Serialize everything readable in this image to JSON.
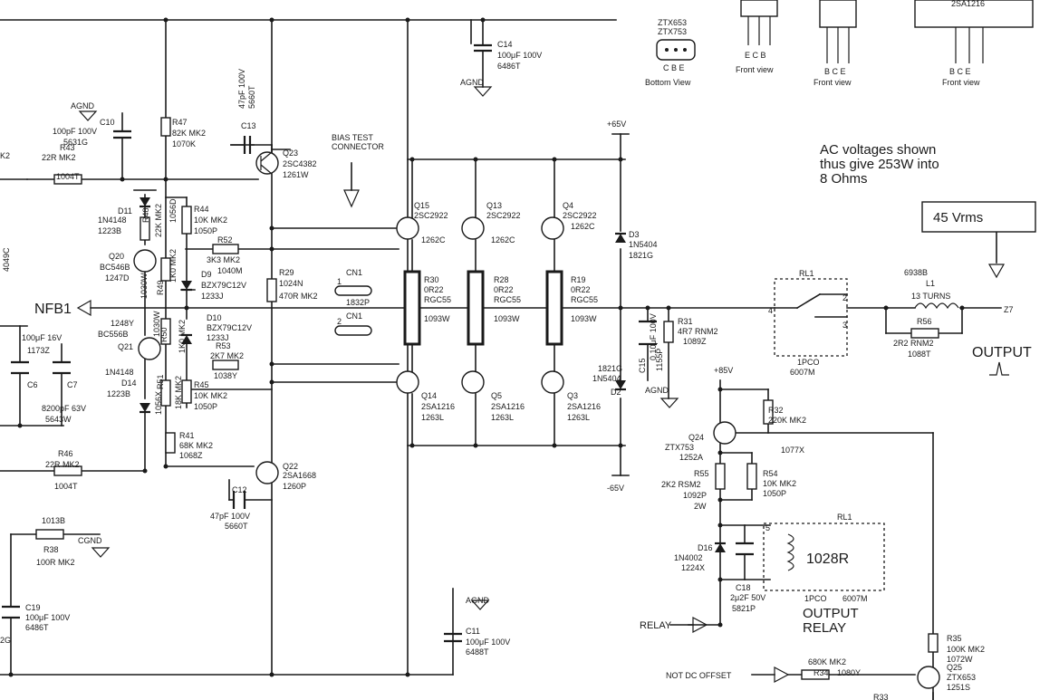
{
  "top": {
    "ztx653_label": "ZTX653",
    "ztx753_label": "ZTX753",
    "pins_cbe": "C B E",
    "bottom_view": "Bottom View",
    "pins_ecb": "E C B",
    "pins_bce_1": "B C E",
    "pins_bce_2": "B C E",
    "front_view_1": "Front view",
    "front_view_2": "Front view",
    "front_view_3": "Front view",
    "sa1216_top": "2SA1216"
  },
  "notes": {
    "ac_voltage_line1": "AC voltages shown",
    "ac_voltage_line2": "thus give 253W into",
    "ac_voltage_line3": "8 Ohms",
    "vrms_box": "45 Vrms",
    "bias_test_line1": "BIAS TEST",
    "bias_test_line2": "CONNECTOR",
    "nfb1": "NFB1",
    "output": "OUTPUT",
    "output_relay_line1": "OUTPUT",
    "output_relay_line2": "RELAY",
    "relay_in": "RELAY",
    "not_dc_offset": "NOT DC OFFSET",
    "relay_coil": "1028R",
    "z7": "Z7"
  },
  "rails": {
    "plus65_top": "+65V",
    "minus65": "-65V",
    "plus85": "+85V"
  },
  "grounds": {
    "agnd_1": "AGND",
    "agnd_2": "AGND",
    "agnd_3": "AGND",
    "agnd_4": "AGND",
    "cgnd": "CGND"
  },
  "components": {
    "c14": {
      "ref": "C14",
      "val": "100μF 100V",
      "code": "6486T"
    },
    "c10": {
      "ref": "C10",
      "val": "100pF 100V",
      "code": "5631G"
    },
    "r47": {
      "ref": "R47",
      "val": "82K MK2",
      "code": "1070K"
    },
    "c13": {
      "ref": "C13"
    },
    "c13b": {
      "val": "47pF 100V",
      "code": "5660T"
    },
    "q23": {
      "ref": "Q23",
      "val": "2SC4382",
      "code": "1261W"
    },
    "r43": {
      "ref": "R43",
      "val": "22R MK2",
      "code": "1004T"
    },
    "d11": {
      "ref": "D11",
      "val": "1N4148",
      "code": "1223B"
    },
    "r48": {
      "ref": "R48",
      "val": "22K MK2",
      "code": "1056D"
    },
    "r44": {
      "ref": "R44",
      "val": "10K MK2",
      "code": "1050P"
    },
    "q20": {
      "ref": "Q20",
      "val": "BC546B",
      "code": "1247D"
    },
    "r52": {
      "ref": "R52",
      "val": "3K3 MK2",
      "code": "1040M"
    },
    "r49": {
      "ref": "R49",
      "val": "1K0 MK2",
      "code": "1030W"
    },
    "d9": {
      "ref": "D9",
      "val": "BZX79C12V",
      "code": "1233J"
    },
    "r29": {
      "ref": "R29",
      "val": "1024N",
      "code": "470R MK2"
    },
    "cn1a": {
      "ref": "CN1",
      "code": "1832P",
      "pin": "1"
    },
    "cn1b": {
      "ref": "CN1",
      "pin": "2"
    },
    "q15": {
      "ref": "Q15",
      "val": "2SC2922",
      "code": "1262C"
    },
    "q13": {
      "ref": "Q13",
      "val": "2SC2922",
      "code": "1262C"
    },
    "q4": {
      "ref": "Q4",
      "val": "2SC2922",
      "code": "1262C"
    },
    "r30": {
      "ref": "R30",
      "val": "0R22",
      "type": "RGC55",
      "code": "1093W"
    },
    "r28": {
      "ref": "R28",
      "val": "0R22",
      "type": "RGC55",
      "code": "1093W"
    },
    "r19": {
      "ref": "R19",
      "val": "0R22",
      "type": "RGC55",
      "code": "1093W"
    },
    "d3": {
      "ref": "D3",
      "val": "1N5404",
      "code": "1821G"
    },
    "rl1_top": {
      "ref": "RL1",
      "type": "1PCO",
      "code": "6007M",
      "pin2": "2",
      "pin3": "3",
      "pin4": "4"
    },
    "l1": {
      "code": "6938B",
      "ref": "L1",
      "val": "13 TURNS"
    },
    "r56": {
      "ref": "R56",
      "val": "2R2 RNM2",
      "code": "1088T"
    },
    "q21": {
      "ref": "Q21",
      "code": "1248Y",
      "val": "BC556B"
    },
    "r50": {
      "ref": "R50",
      "val": "1K0 MK2",
      "code": "1030W"
    },
    "d10": {
      "ref": "D10",
      "val": "BZX79C12V",
      "code": "1233J"
    },
    "r53": {
      "ref": "R53",
      "val": "2K7 MK2",
      "code": "1038Y"
    },
    "c6": {
      "ref": "C6",
      "val": "100μF 16V",
      "code": "1173Z"
    },
    "c7": {
      "ref": "C7",
      "val": "8200pF 63V",
      "code": "5643W"
    },
    "d14": {
      "ref": "D14",
      "val": "1N4148",
      "code": "1223B"
    },
    "r51": {
      "ref": "R51",
      "val": "18K MK2",
      "code": "1056X"
    },
    "r45": {
      "ref": "R45",
      "val": "10K MK2",
      "code": "1050P"
    },
    "q14": {
      "ref": "Q14",
      "val": "2SA1216",
      "code": "1263L"
    },
    "q5": {
      "ref": "Q5",
      "val": "2SA1216",
      "code": "1263L"
    },
    "q3": {
      "ref": "Q3",
      "val": "2SA1216",
      "code": "1263L"
    },
    "d2": {
      "ref": "D2",
      "val": "1N5404",
      "code": "1821G"
    },
    "c15": {
      "ref": "C15",
      "val": "0.10μF 100V",
      "code": "1155P"
    },
    "r31": {
      "ref": "R31",
      "val": "4R7 RNM2",
      "code": "1089Z"
    },
    "r41": {
      "ref": "R41",
      "val": "68K MK2",
      "code": "1068Z"
    },
    "r46": {
      "ref": "R46",
      "val": "22R MK2",
      "code": "1004T"
    },
    "q22": {
      "ref": "Q22",
      "val": "2SA1668",
      "code": "1260P"
    },
    "c12": {
      "ref": "C12",
      "val": "47pF 100V",
      "code": "5660T"
    },
    "r32": {
      "ref": "R32",
      "val": "220K MK2"
    },
    "q24": {
      "ref": "Q24",
      "val": "ZTX753",
      "code": "1252A"
    },
    "q24_extra": {
      "code": "1077X"
    },
    "r55": {
      "ref": "R55",
      "val": "2K2 RSM2",
      "code": "1092P",
      "rating": "2W"
    },
    "r54": {
      "ref": "R54",
      "val": "10K MK2",
      "code": "1050P"
    },
    "r38": {
      "ref": "R38",
      "val": "100R MK2",
      "code": "1013B"
    },
    "c19": {
      "ref": "C19",
      "val": "100μF 100V",
      "code": "6486T"
    },
    "c11": {
      "ref": "C11",
      "val": "100μF 100V",
      "code": "6488T"
    },
    "d16": {
      "ref": "D16",
      "val": "1N4002",
      "code": "1224X"
    },
    "c18": {
      "ref": "C18",
      "val": "2μ2F 50V",
      "code": "5821P"
    },
    "rl1_bottom": {
      "ref": "RL1",
      "type": "1PCO",
      "code": "6007M",
      "pin5": "5"
    },
    "r35": {
      "ref": "R35",
      "val": "100K MK2",
      "code": "1072W"
    },
    "q25": {
      "ref": "Q25",
      "val": "ZTX653",
      "code": "1251S"
    },
    "r34": {
      "ref": "R34",
      "val": "680K MK2",
      "code": "1080Y"
    },
    "r33": {
      "ref": "R33"
    }
  },
  "edge_fragments": {
    "left_k2": "K2",
    "left_049c": "4049C",
    "left_2g": "2G"
  }
}
